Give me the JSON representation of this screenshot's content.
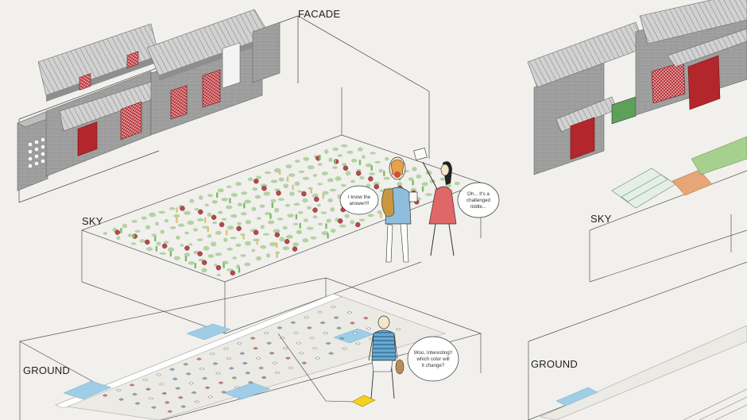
{
  "labels": {
    "facade": "FACADE",
    "sky_left": "SKY",
    "ground_left": "GROUND",
    "sky_right": "SKY",
    "ground_right": "GROUND"
  },
  "bubbles": {
    "man": [
      "I know the",
      "answer!!!"
    ],
    "woman": [
      "Oh... It's a",
      "challenged",
      "riddle..."
    ],
    "visitor": [
      "Woo, Interesting!!",
      "which color will",
      "it change?"
    ]
  },
  "colors": {
    "door_red": "#b3262b",
    "wall_grey": "#9b9b9b",
    "roof_grey": "#c9c9c9",
    "water_blue": "#9fcde6",
    "foliage_green": "#7dbb6a",
    "lantern_red": "#b5494b",
    "bottle_yellow": "#d9c27a",
    "step_yellow": "#f3d21c",
    "dress_red": "#e06767",
    "shirt_blue": "#6aa8cf",
    "bag_brown": "#b98d58"
  },
  "icons": [
    "lantern-icon",
    "bottle-icon",
    "tile-icon"
  ]
}
